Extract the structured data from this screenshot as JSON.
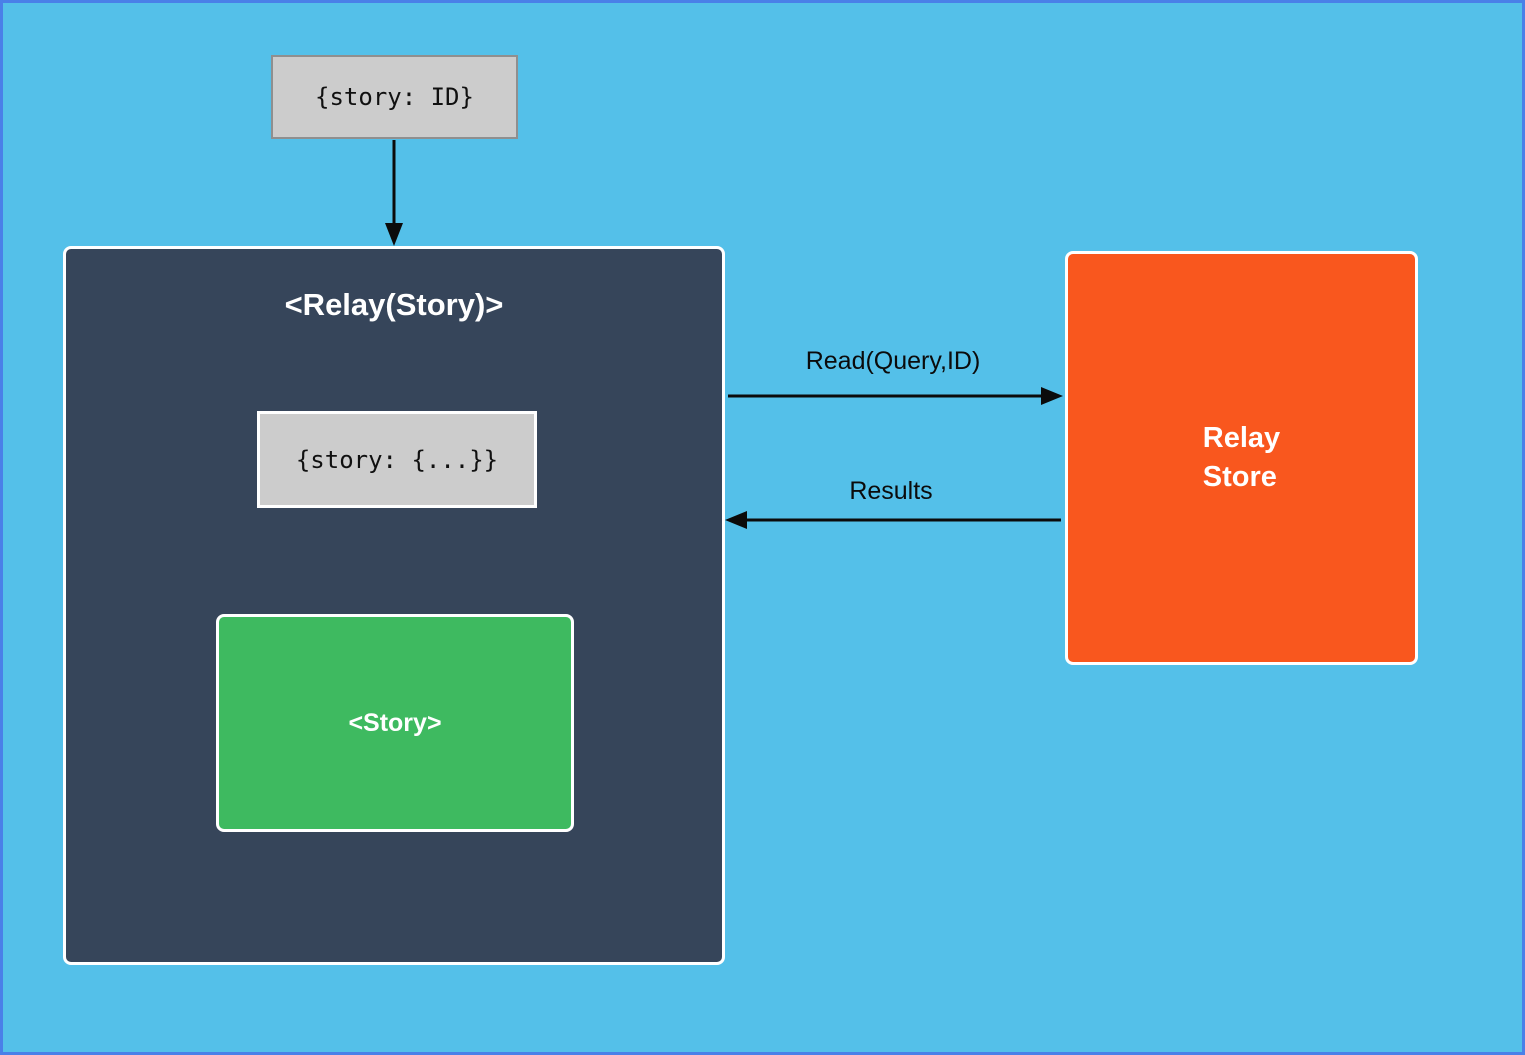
{
  "diagram": {
    "input_box": {
      "label": "{story: ID}"
    },
    "relay_container": {
      "title": "<Relay(Story)>",
      "props_box": {
        "label": "{story: {...}}"
      },
      "story_box": {
        "label": "<Story>"
      }
    },
    "store_box": {
      "line1": "Relay",
      "line2": "Store"
    },
    "arrows": {
      "id_flow": {
        "from": "input_box",
        "to": "relay_container",
        "direction": "down"
      },
      "props_flow": {
        "from": "props_box",
        "to": "story_box",
        "direction": "down"
      },
      "read": {
        "label": "Read(Query,ID)",
        "from": "relay_container",
        "to": "store_box",
        "direction": "right"
      },
      "results": {
        "label": "Results",
        "from": "store_box",
        "to": "relay_container",
        "direction": "left"
      }
    }
  },
  "colors": {
    "page_border": "#4a80e8",
    "background": "#54c0e9",
    "container_dark": "#36455a",
    "story_green": "#3eba60",
    "store_orange": "#f9571e",
    "box_gray": "#cccccc",
    "box_gray_border": "#8f8f8f",
    "arrow_black": "#0b0b0b",
    "arrow_white": "#ffffff",
    "text_white": "#ffffff",
    "label_black": "#0b0b0b"
  }
}
